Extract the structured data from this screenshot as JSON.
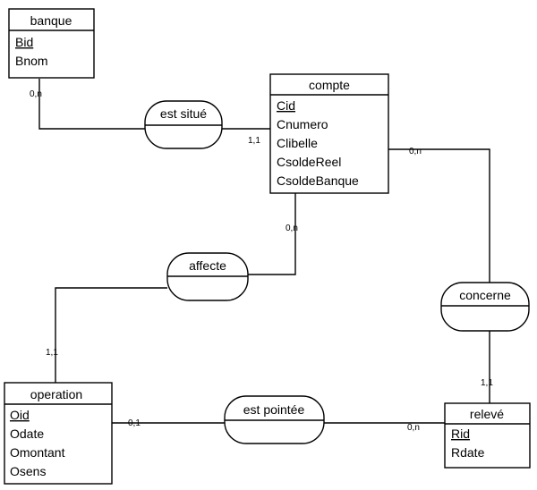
{
  "entities": {
    "banque": {
      "name": "banque",
      "attrs": [
        "Bid",
        "Bnom"
      ]
    },
    "compte": {
      "name": "compte",
      "attrs": [
        "Cid",
        "Cnumero",
        "Clibelle",
        "CsoldeReel",
        "CsoldeBanque"
      ]
    },
    "operation": {
      "name": "operation",
      "attrs": [
        "Oid",
        "Odate",
        "Omontant",
        "Osens"
      ]
    },
    "releve": {
      "name": "relevé",
      "attrs": [
        "Rid",
        "Rdate"
      ]
    }
  },
  "relations": {
    "est_situe": "est situé",
    "affecte": "affecte",
    "concerne": "concerne",
    "est_pointee": "est pointée"
  },
  "cardinalities": {
    "banque_situe": "0,n",
    "compte_situe": "1,1",
    "compte_concerne": "0,n",
    "compte_affecte": "0,n",
    "operation_affecte": "1,1",
    "releve_concerne": "1,1",
    "operation_pointee": "0,1",
    "releve_pointee": "0,n"
  }
}
